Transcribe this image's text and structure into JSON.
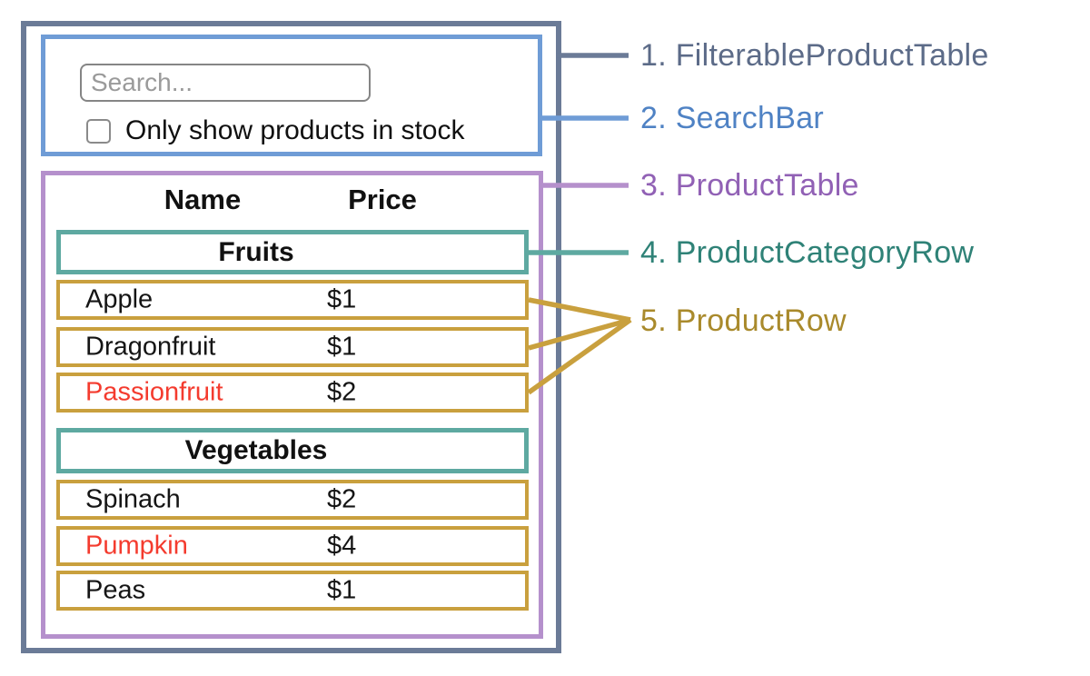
{
  "diagram": {
    "legend": [
      {
        "label": "1. FilterableProductTable",
        "color": "#5c6b88"
      },
      {
        "label": "2. SearchBar",
        "color": "#4f82c4"
      },
      {
        "label": "3. ProductTable",
        "color": "#9161b5"
      },
      {
        "label": "4. ProductCategoryRow",
        "color": "#2f8277"
      },
      {
        "label": "5. ProductRow",
        "color": "#a98a2c"
      }
    ]
  },
  "search_bar": {
    "placeholder": "Search...",
    "checkbox_label": "Only show products in stock",
    "checkbox_checked": false
  },
  "product_table": {
    "header": {
      "name": "Name",
      "price": "Price"
    },
    "sections": [
      {
        "category": "Fruits",
        "rows": [
          {
            "name": "Apple",
            "price": "$1",
            "out_of_stock": false
          },
          {
            "name": "Dragonfruit",
            "price": "$1",
            "out_of_stock": false
          },
          {
            "name": "Passionfruit",
            "price": "$2",
            "out_of_stock": true
          }
        ]
      },
      {
        "category": "Vegetables",
        "rows": [
          {
            "name": "Spinach",
            "price": "$2",
            "out_of_stock": false
          },
          {
            "name": "Pumpkin",
            "price": "$4",
            "out_of_stock": true
          },
          {
            "name": "Peas",
            "price": "$1",
            "out_of_stock": false
          }
        ]
      }
    ]
  },
  "colors": {
    "filterable_product_table_border": "#6b7b97",
    "search_bar_border": "#6f9cd6",
    "product_table_border": "#b590cc",
    "category_row_border": "#5ea9a1",
    "product_row_border": "#c9a03e",
    "out_of_stock_text": "#f43b2e",
    "text": "#111111"
  }
}
